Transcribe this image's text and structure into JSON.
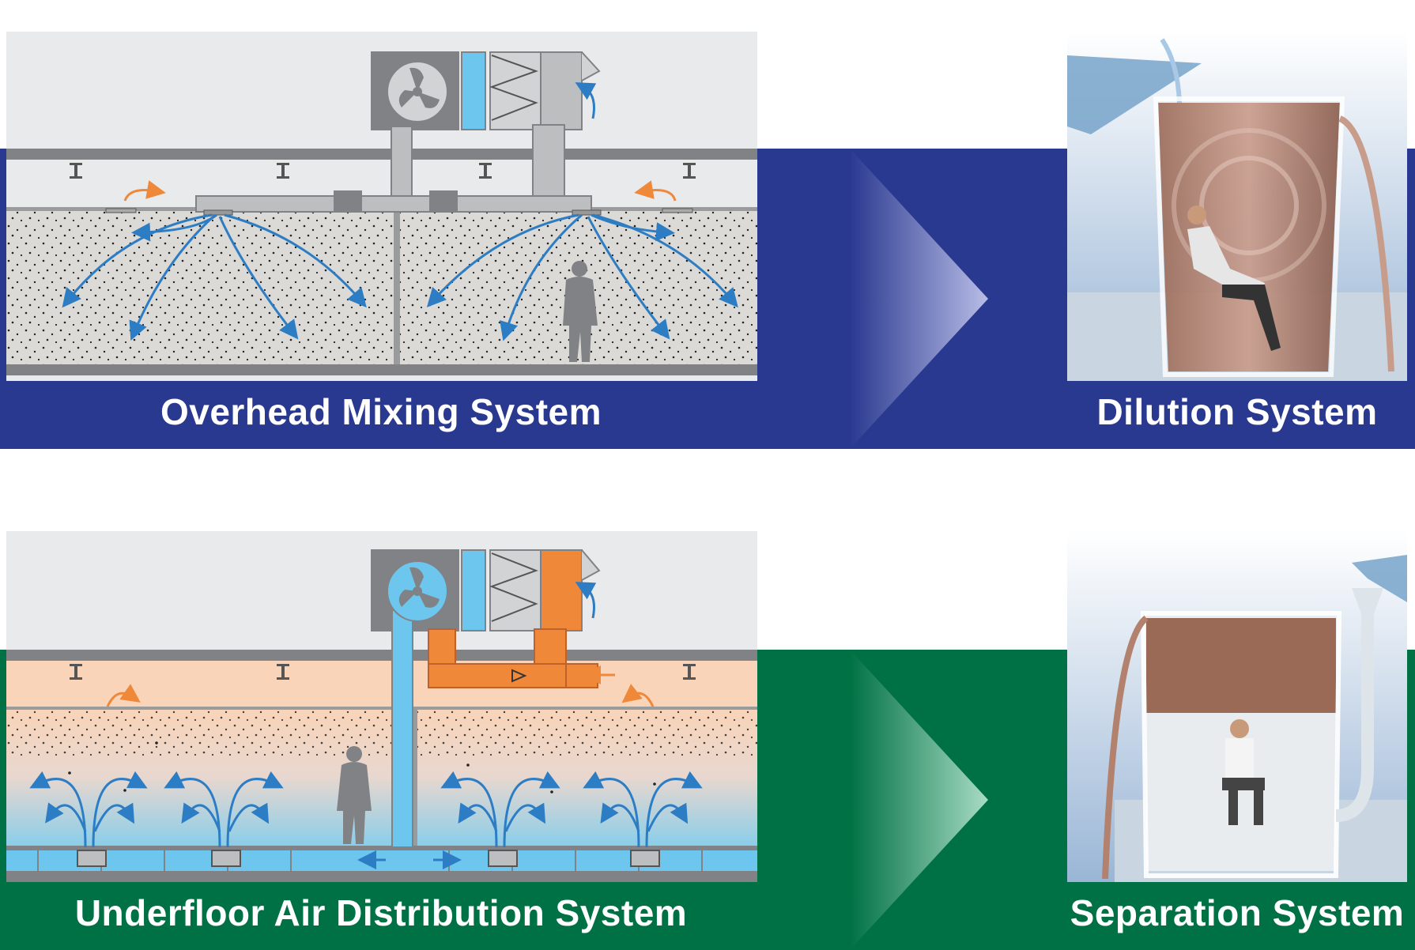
{
  "colors": {
    "top_band": "#2a3990",
    "bottom_band": "#007144",
    "air_blue": "#2d7dc4",
    "return_orange": "#f0883a",
    "duct_grey": "#bcbec0",
    "duct_stroke": "#808285",
    "cool_blue": "#6cc6ee",
    "warm_orange": "#f7c9a3"
  },
  "top_row": {
    "diagram_caption": "Overhead Mixing System",
    "photo_caption": "Dilution System",
    "diagram_icons": [
      "fan-icon",
      "cooling-coil-icon",
      "filter-icon",
      "outside-air-icon",
      "person-silhouette-icon"
    ],
    "photo_subject": "man-in-beaker-of-mixed-liquid"
  },
  "bottom_row": {
    "diagram_caption": "Underfloor Air Distribution System",
    "photo_caption": "Separation System",
    "diagram_icons": [
      "fan-icon",
      "cooling-coil-icon",
      "filter-icon",
      "outside-air-icon",
      "person-silhouette-icon",
      "floor-diffuser-icon"
    ],
    "photo_subject": "man-in-beaker-of-stratified-liquid"
  },
  "arrow_icon": "chevron-right-icon"
}
